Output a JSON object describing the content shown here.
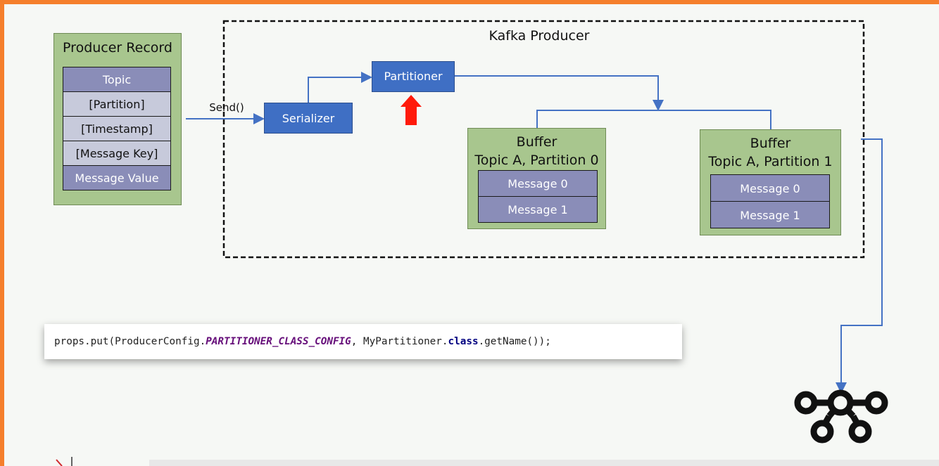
{
  "kafka_producer": {
    "title": "Kafka Producer"
  },
  "producer_record": {
    "title": "Producer Record",
    "fields": [
      "Topic",
      "[Partition]",
      "[Timestamp]",
      "[Message Key]",
      "Message Value"
    ]
  },
  "send_label": "Send()",
  "serializer": {
    "label": "Serializer"
  },
  "partitioner": {
    "label": "Partitioner"
  },
  "buffers": [
    {
      "title": "Buffer",
      "subtitle": "Topic A, Partition 0",
      "messages": [
        "Message 0",
        "Message 1"
      ]
    },
    {
      "title": "Buffer",
      "subtitle": "Topic A, Partition 1",
      "messages": [
        "Message 0",
        "Message 1"
      ]
    }
  ],
  "code": {
    "prefix": "props.put(ProducerConfig.",
    "constant": "PARTITIONER_CLASS_CONFIG",
    "middle": ", MyPartitioner.",
    "keyword": "class",
    "suffix": ".getName());"
  },
  "colors": {
    "background": "#f6f8f5",
    "frame": "#f57f2c",
    "record_box": "#a8c68e",
    "component_blue": "#3f6fc4",
    "arrow_red": "#ff1a0a",
    "connector": "#4472c4"
  },
  "icons": [
    "kafka-logo-icon",
    "up-arrow-icon"
  ]
}
